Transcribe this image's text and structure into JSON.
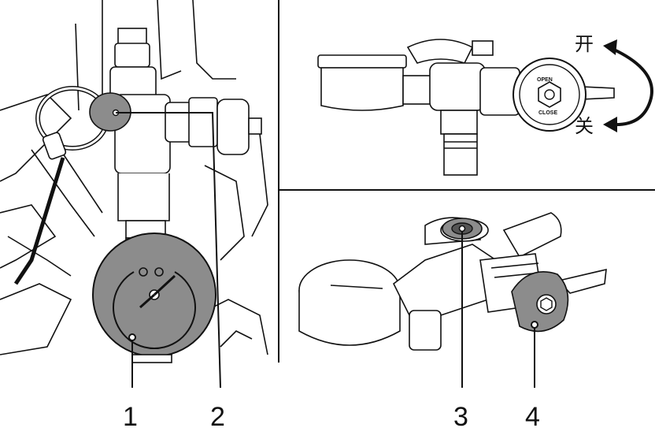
{
  "callouts": {
    "one": "1",
    "two": "2",
    "three": "3",
    "four": "4"
  },
  "valve_direction": {
    "open_char": "开",
    "close_char": "关"
  },
  "valve_dial": {
    "open_text": "OPEN",
    "close_text": "CLOSE"
  },
  "colors": {
    "line": "#111111",
    "highlight_gray": "#8c8c8c",
    "dark_gray": "#555555",
    "background": "#ffffff"
  }
}
